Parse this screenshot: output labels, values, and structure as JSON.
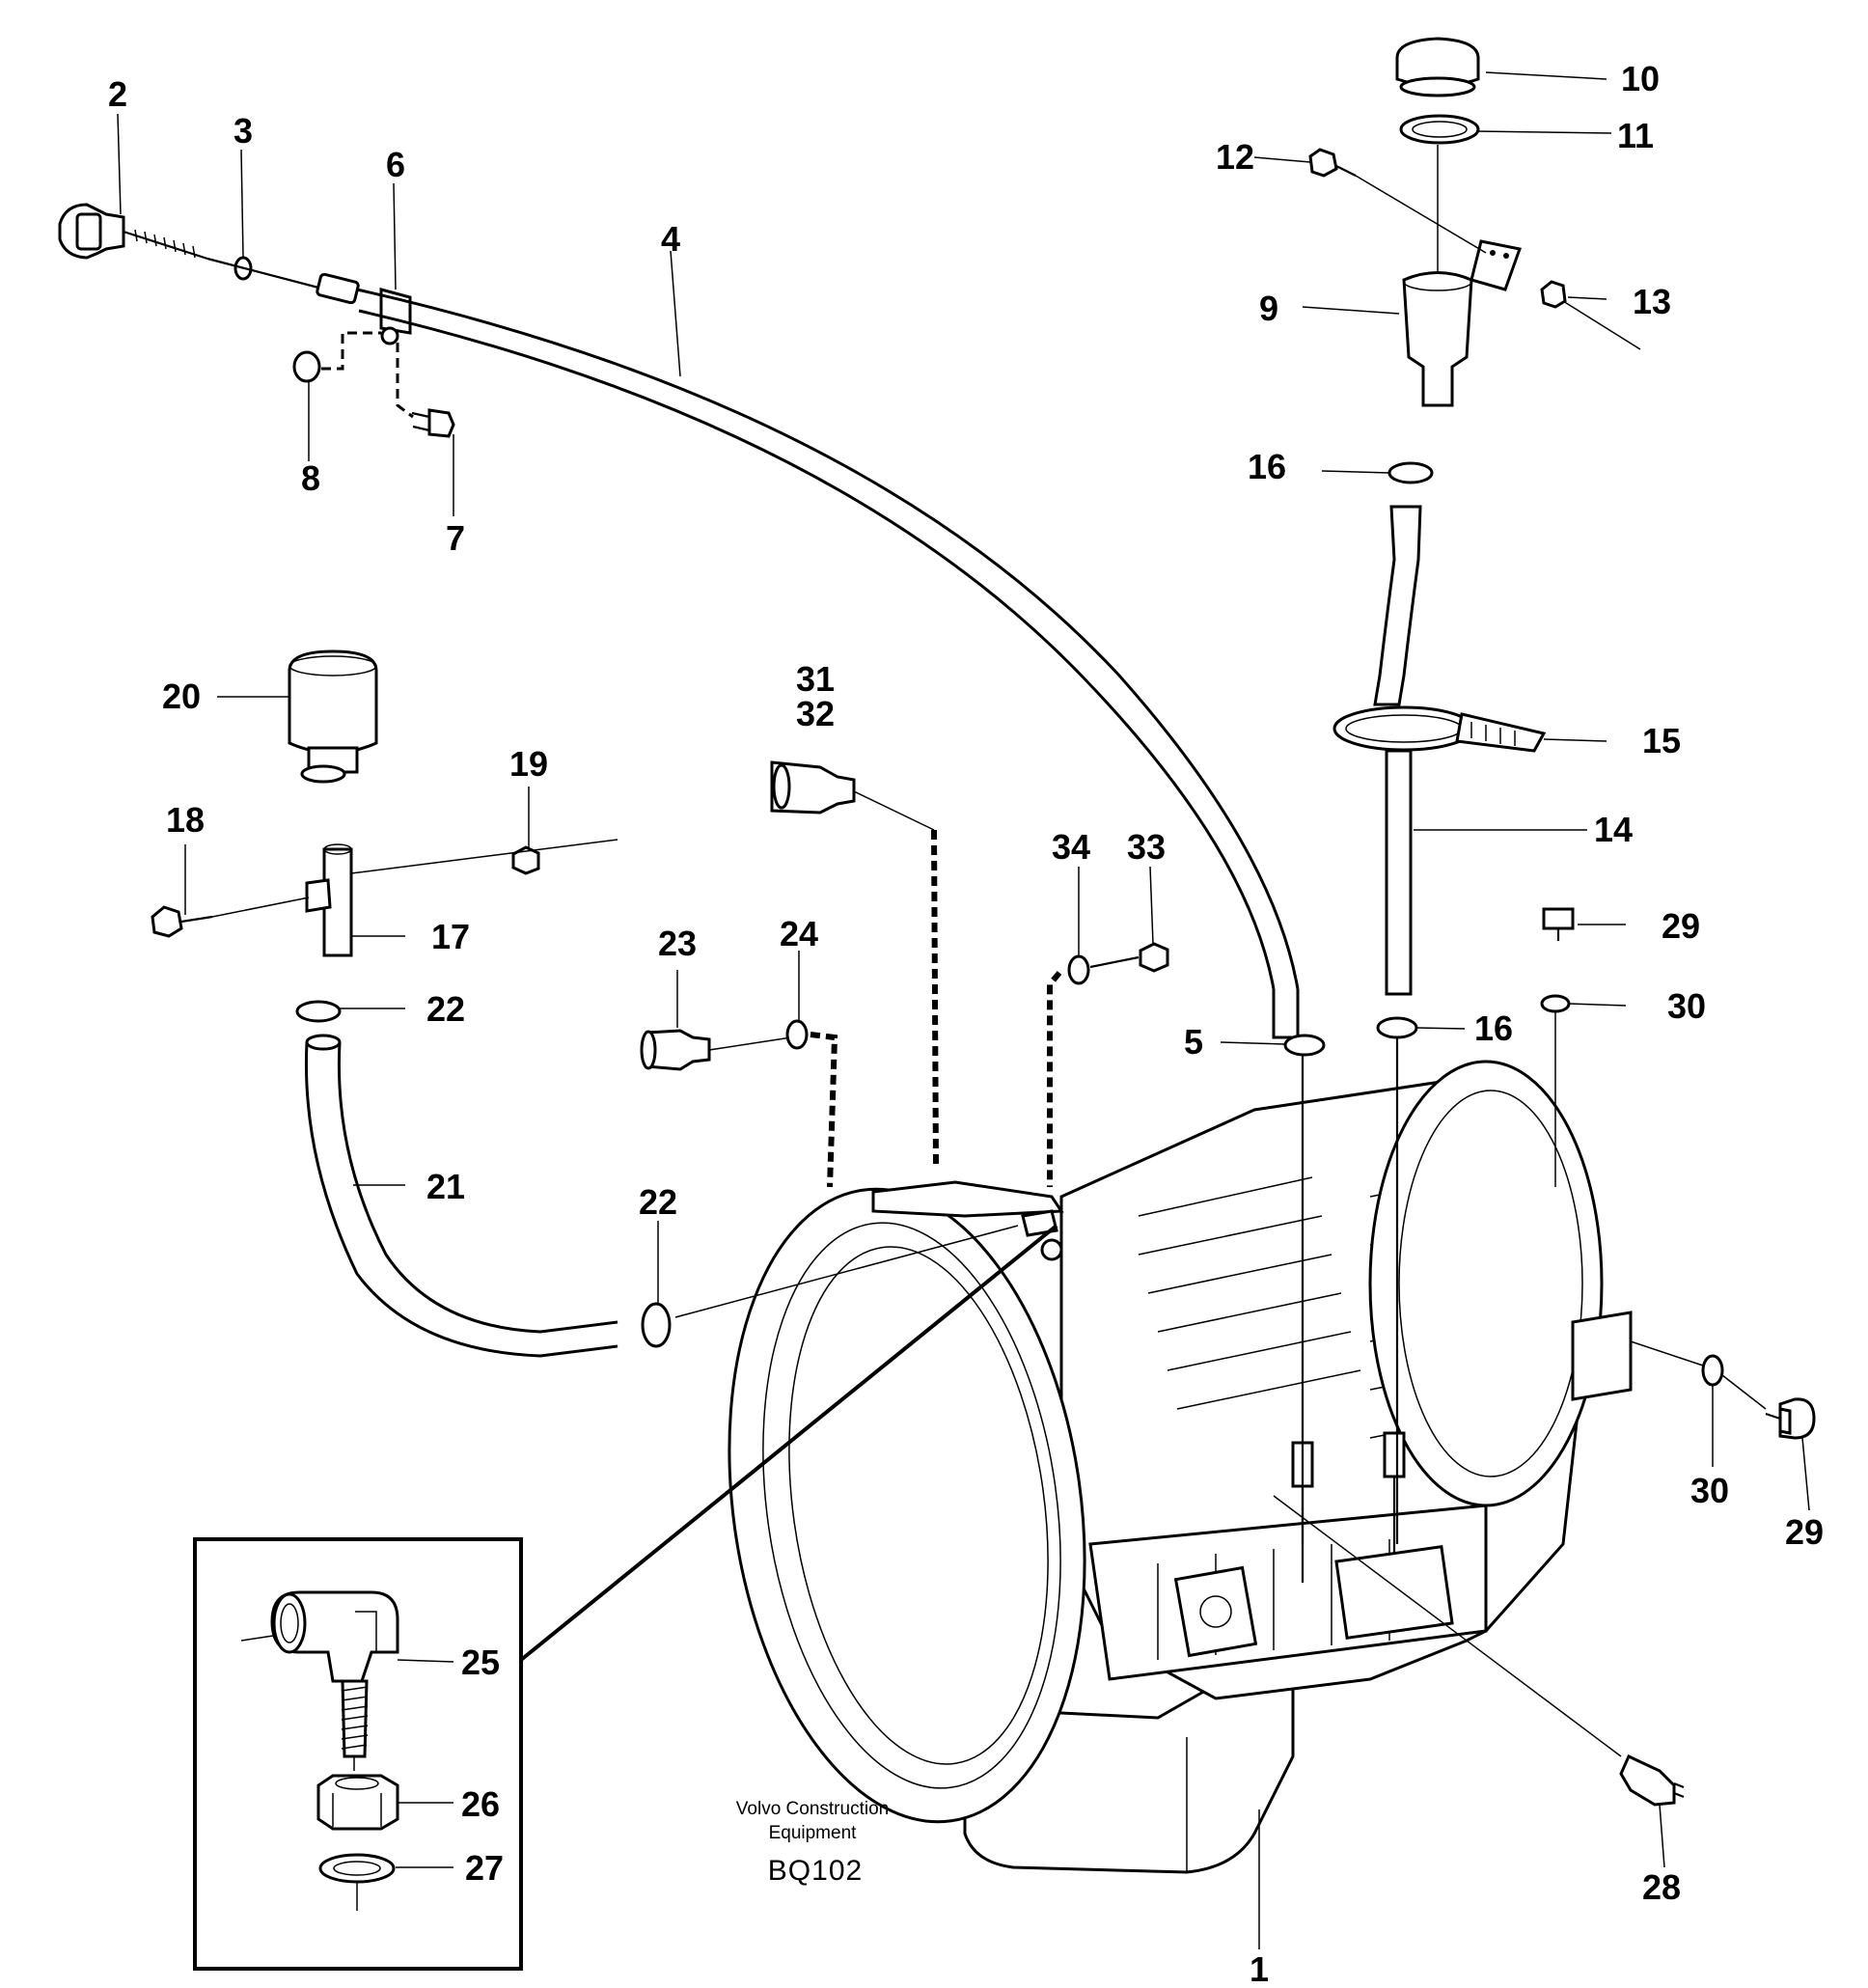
{
  "callouts": {
    "p1": "1",
    "p2": "2",
    "p3": "3",
    "p4": "4",
    "p5": "5",
    "p6": "6",
    "p7": "7",
    "p8": "8",
    "p9": "9",
    "p10": "10",
    "p11": "11",
    "p12": "12",
    "p13": "13",
    "p14": "14",
    "p15": "15",
    "p16a": "16",
    "p16b": "16",
    "p17": "17",
    "p18": "18",
    "p19": "19",
    "p20": "20",
    "p21": "21",
    "p22a": "22",
    "p22b": "22",
    "p23": "23",
    "p24": "24",
    "p25": "25",
    "p26": "26",
    "p27": "27",
    "p28": "28",
    "p29a": "29",
    "p29b": "29",
    "p30a": "30",
    "p30b": "30",
    "p31": "31",
    "p32": "32",
    "p33": "33",
    "p34": "34"
  },
  "caption": {
    "line1": "Volvo Construction",
    "line2": "Equipment",
    "code": "BQ102"
  }
}
